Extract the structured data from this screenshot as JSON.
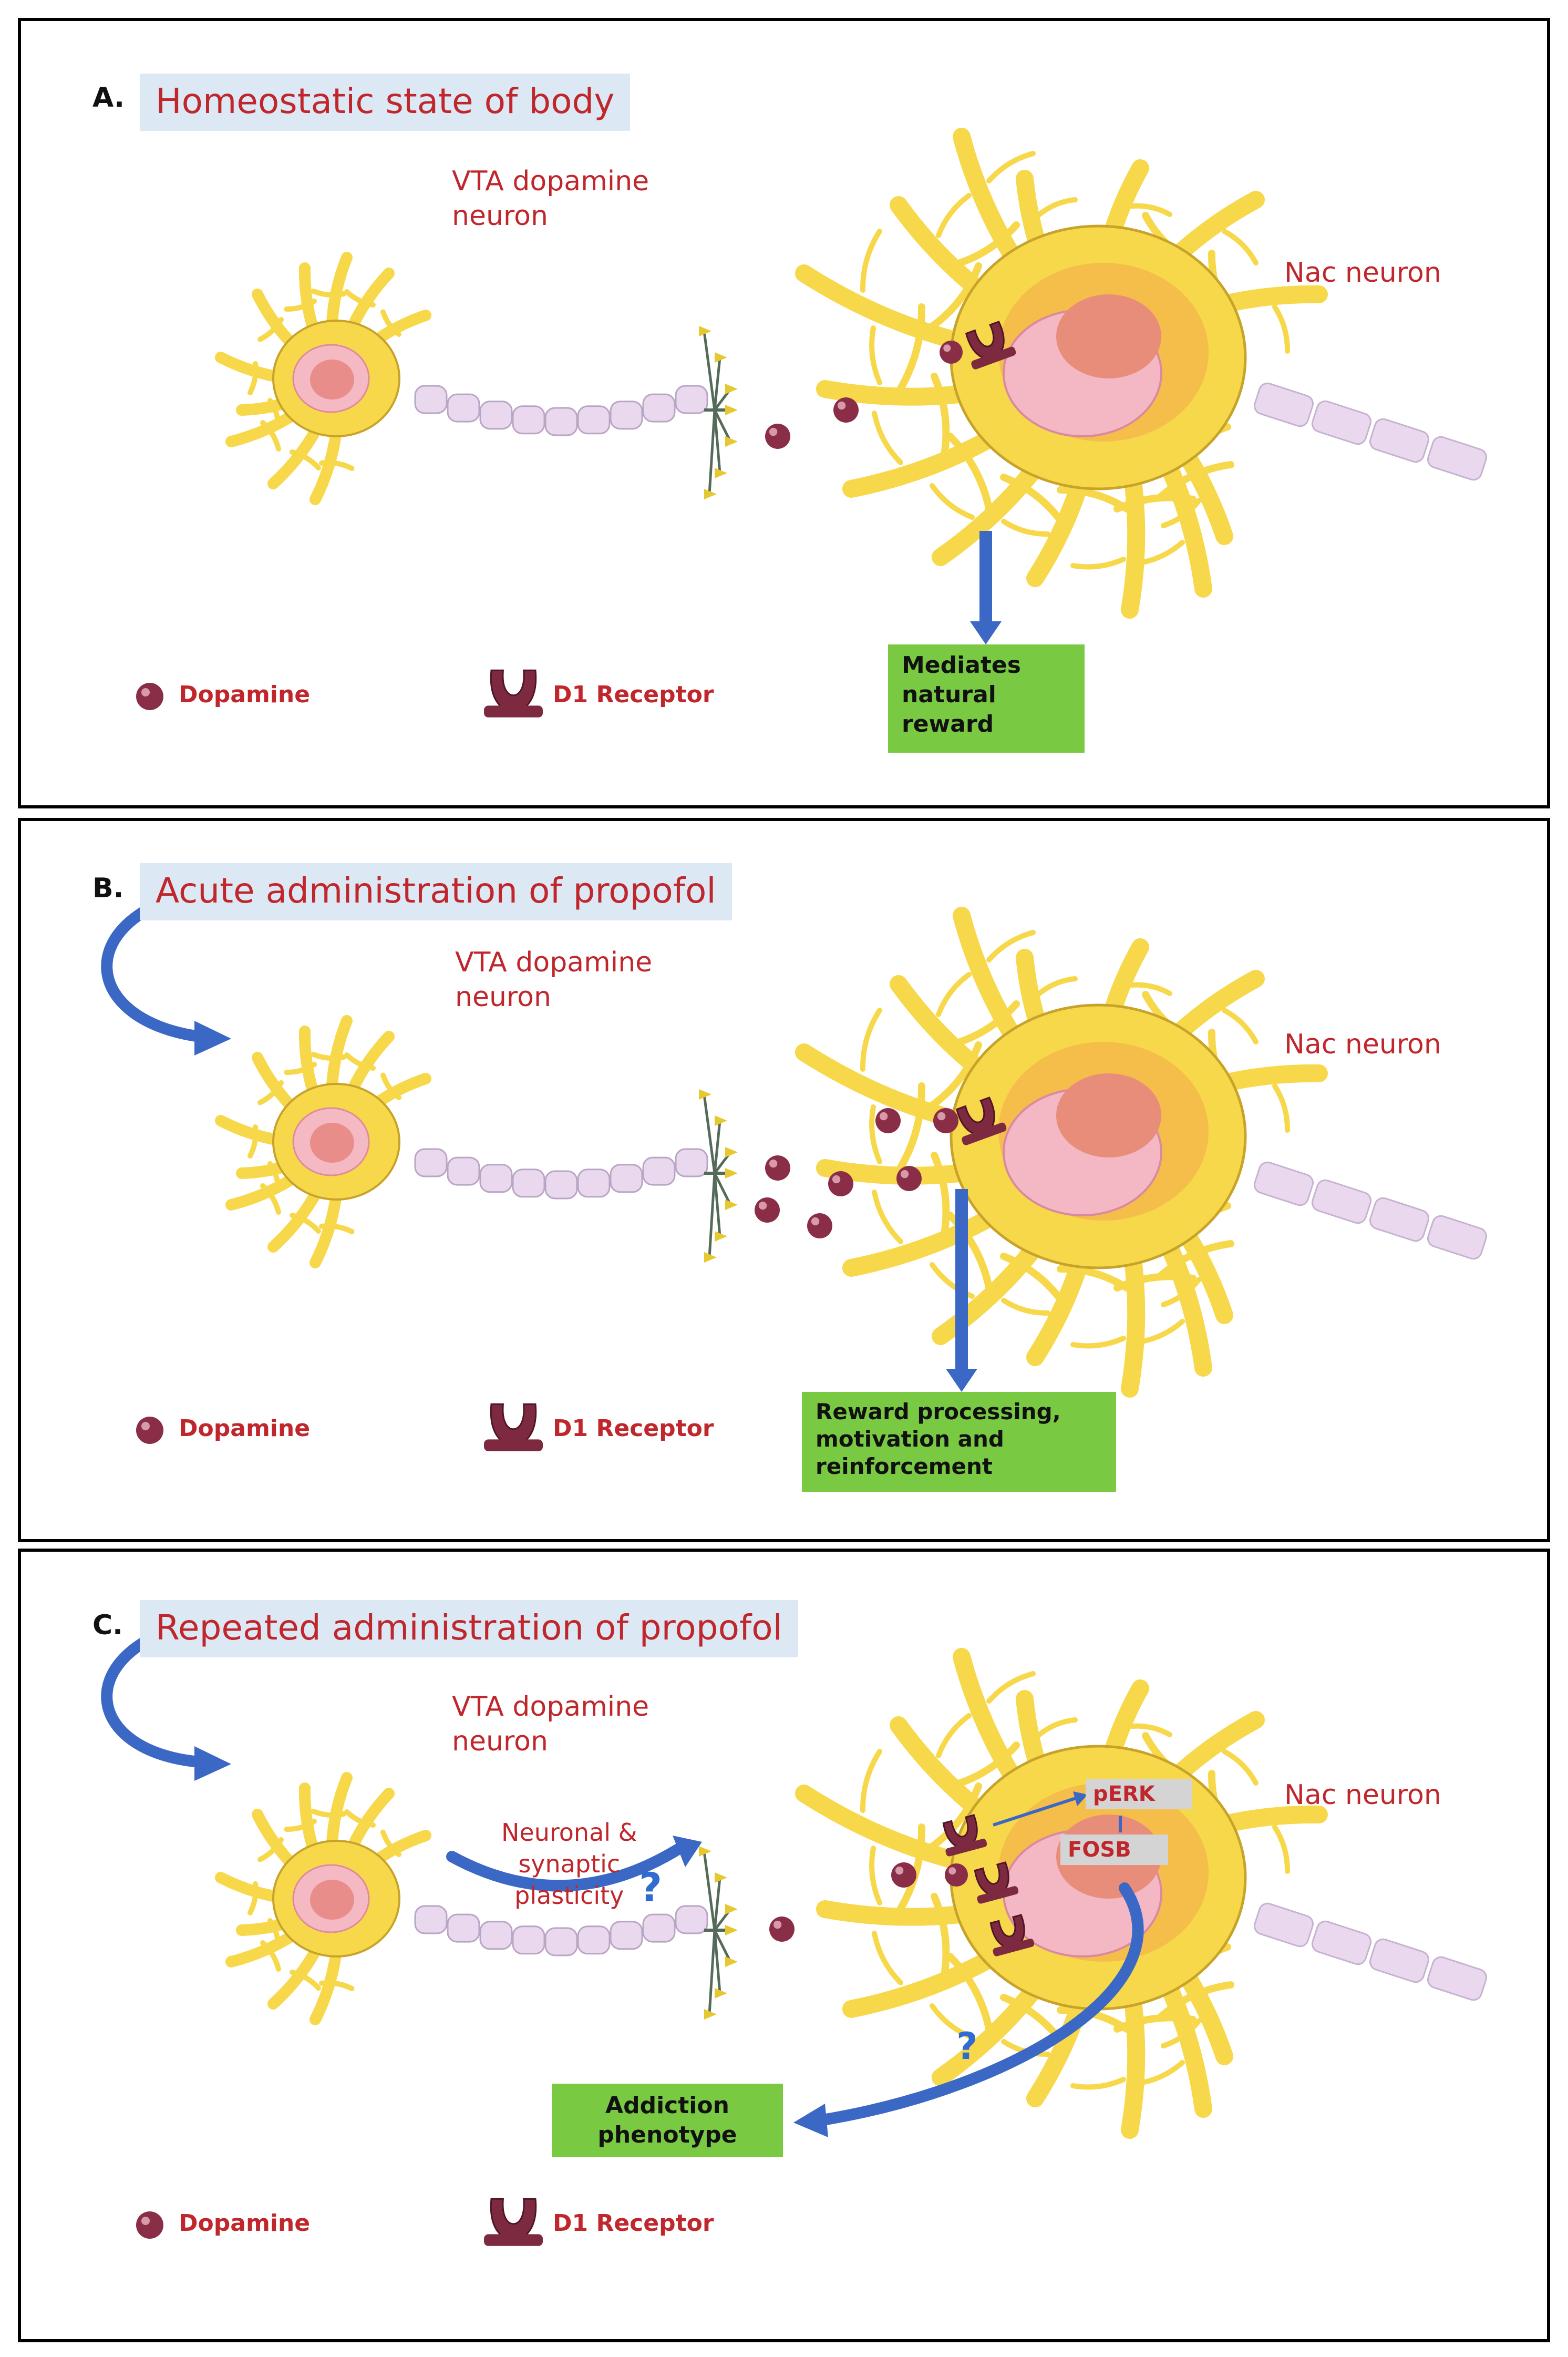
{
  "colors": {
    "neuron_fill": "#f7d84a",
    "neuron_outline": "#c8a32a",
    "axon_segment": "#e9d8ee",
    "dopamine": "#8a2d46",
    "receptor": "#7d2a40",
    "arrow_blue": "#3a68c4",
    "green_box": "#7ac943",
    "title_text": "#c0272d",
    "title_bg": "#dce9f5"
  },
  "panels": [
    {
      "letter": "A.",
      "title": "Homeostatic state of body",
      "vta_label": "VTA dopamine\nneuron",
      "nac_label": "Nac neuron",
      "outcome": "Mediates\nnatural\nreward",
      "legend": {
        "dopamine": "Dopamine",
        "receptor": "D1 Receptor"
      }
    },
    {
      "letter": "B.",
      "title": "Acute administration of propofol",
      "vta_label": "VTA dopamine\nneuron",
      "nac_label": "Nac neuron",
      "outcome": "Reward processing,\nmotivation and\nreinforcement",
      "legend": {
        "dopamine": "Dopamine",
        "receptor": "D1 Receptor"
      }
    },
    {
      "letter": "C.",
      "title": "Repeated administration of propofol",
      "vta_label": "VTA dopamine\nneuron",
      "nac_label": "Nac neuron",
      "plasticity": "Neuronal &\nsynaptic\nplasticity",
      "question": "?",
      "perk": "pERK",
      "fosb": "FOSB",
      "outcome": "Addiction\nphenotype",
      "legend": {
        "dopamine": "Dopamine",
        "receptor": "D1 Receptor"
      }
    }
  ]
}
